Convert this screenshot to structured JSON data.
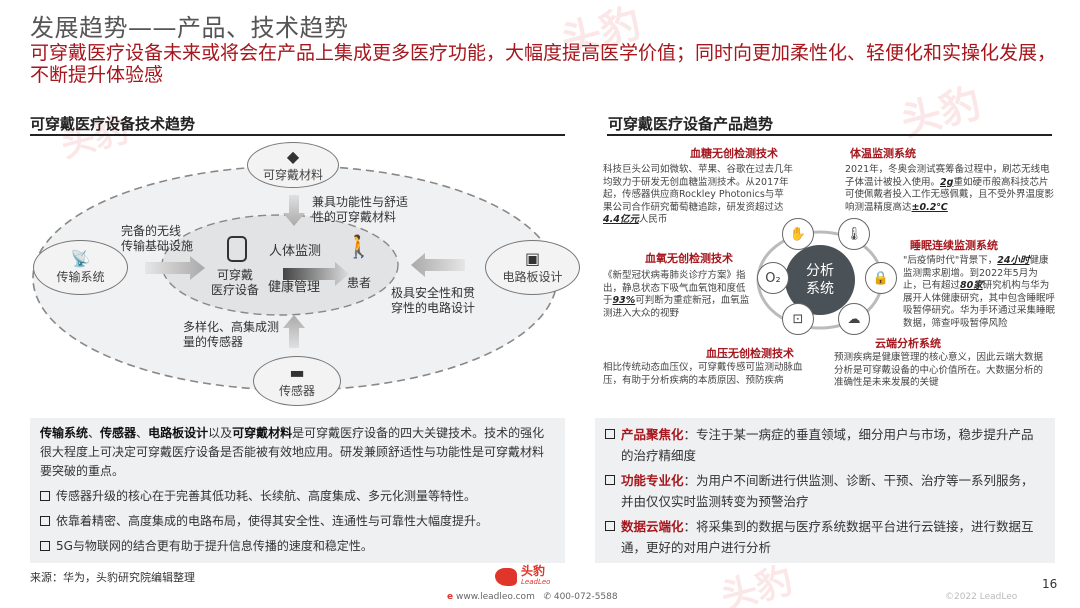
{
  "header": {
    "title": "发展趋势——产品、技术趋势",
    "subtitle": "可穿戴医疗设备未来或将会在产品上集成更多医疗功能，大幅度提高医学价值；同时向更加柔性化、轻便化和实操化发展，不断提升体验感"
  },
  "left": {
    "section_title": "可穿戴医疗设备技术趋势",
    "diagram": {
      "nodes": {
        "material": {
          "label": "可穿戴材料",
          "icon": "eraser-icon"
        },
        "transmission": {
          "label": "传输系统",
          "icon": "antenna-icon"
        },
        "circuit": {
          "label": "电路板设计",
          "icon": "chip-icon"
        },
        "sensor": {
          "label": "传感器",
          "icon": "sensor-device-icon"
        }
      },
      "center": {
        "device_label": "可穿戴\n医疗设备",
        "monitor_label": "人体监测",
        "health_label": "健康管理",
        "patient_label": "患者"
      },
      "annotations": {
        "material": "兼具功能性与舒适\n性的可穿戴材料",
        "transmission": "完备的无线\n传输基础设施",
        "circuit": "极具安全性和贯\n穿性的电路设计",
        "sensor": "多样化、高集成测\n量的传感器"
      }
    },
    "summary": {
      "keywords": [
        "传输系统",
        "传感器",
        "电路板设计",
        "可穿戴材料"
      ],
      "sep1": "、",
      "sep2": "、",
      "sep3": "以及",
      "rest": "是可穿戴医疗设备的四大关键技术。技术的强化很大程度上可决定可穿戴医疗设备是否能被有效地应用。研发兼顾舒适性与功能性是可穿戴材料要突破的重点。",
      "bullets": [
        "传感器升级的核心在于完善其低功耗、长续航、高度集成、多元化测量等特性。",
        "依靠着精密、高度集成的电路布局，使得其安全性、连通性与可靠性大幅度提升。",
        "5G与物联网的结合更有助于提升信息传播的速度和稳定性。"
      ]
    },
    "source": "来源：华为，头豹研究院编辑整理"
  },
  "right": {
    "section_title": "可穿戴医疗设备产品趋势",
    "hub_label": "分析\n系统",
    "items": [
      {
        "title": "血糖无创检测技术",
        "text_pre": "科技巨头公司如微软、苹果、谷歌在过去几年均致力于研发无创血糖监测技术。从2017年起，传感器供应商Rockley Photonics与苹果公司合作研究葡萄糖追踪，研发资超过达",
        "highlight": "4.4亿元",
        "text_post": "人民币"
      },
      {
        "title": "体温监测系统",
        "text_pre": "2021年，冬奥会测试赛筹备过程中，刷芯无线电子体温计被投入使用。",
        "highlight": "2g",
        "text_post": "重如硬币般高科技芯片可使佩戴者投入工作无感佩戴，且不受外界温度影响测温精度高达",
        "highlight2": "±0.2℃"
      },
      {
        "title": "血氧无创检测技术",
        "text_pre": "《新型冠状病毒肺炎诊疗方案》指出，静息状态下吸气血氧饱和度低于",
        "highlight": "93%",
        "text_post": "可判断为重症新冠，血氧监测进入大众的视野"
      },
      {
        "title": "睡眠连续监测系统",
        "text_pre": "\"后疫情时代\"背景下，",
        "highlight": "24小时",
        "text_mid": "健康监测需求剧增。到2022年5月为止，已有超过",
        "highlight2": "80家",
        "text_post": "研究机构与华为展开人体健康研究，其中包含睡眠呼吸暂停研究。华为手环通过采集睡眠数据，筛查呼吸暂停风险"
      },
      {
        "title": "血压无创检测技术",
        "text": "相比传统动态血压仪，可穿戴传感可监测动脉血压，有助于分析疾病的本质原因、预防疾病"
      },
      {
        "title": "云端分析系统",
        "text": "预测疾病是健康管理的核心意义，因此云端大数据分析是可穿戴设备的中心价值所在。大数据分析的准确性是未来发展的关键"
      }
    ],
    "bullets": [
      {
        "keyword": "产品聚焦化",
        "text": "：专注于某一病症的垂直领域，细分用户与市场，稳步提升产品的治疗精细度"
      },
      {
        "keyword": "功能专业化",
        "text": "：为用户不间断进行供监测、诊断、干预、治疗等一系列服务，并由仅仅实时监测转变为预警治疗"
      },
      {
        "keyword": "数据云端化",
        "text": "：将采集到的数据与医疗系统数据平台进行云链接，进行数据互通，更好的对用户进行分析"
      }
    ]
  },
  "footer": {
    "brand_cn": "头豹",
    "brand_en": "LeadLeo",
    "website": "www.leadleo.com",
    "phone": "400-072-5588",
    "page_number": "16",
    "copyright": "©2022 LeadLeo"
  },
  "colors": {
    "accent_red": "#a6161c",
    "box_bg": "#eff0f2",
    "hub_dark": "#4a5157"
  }
}
